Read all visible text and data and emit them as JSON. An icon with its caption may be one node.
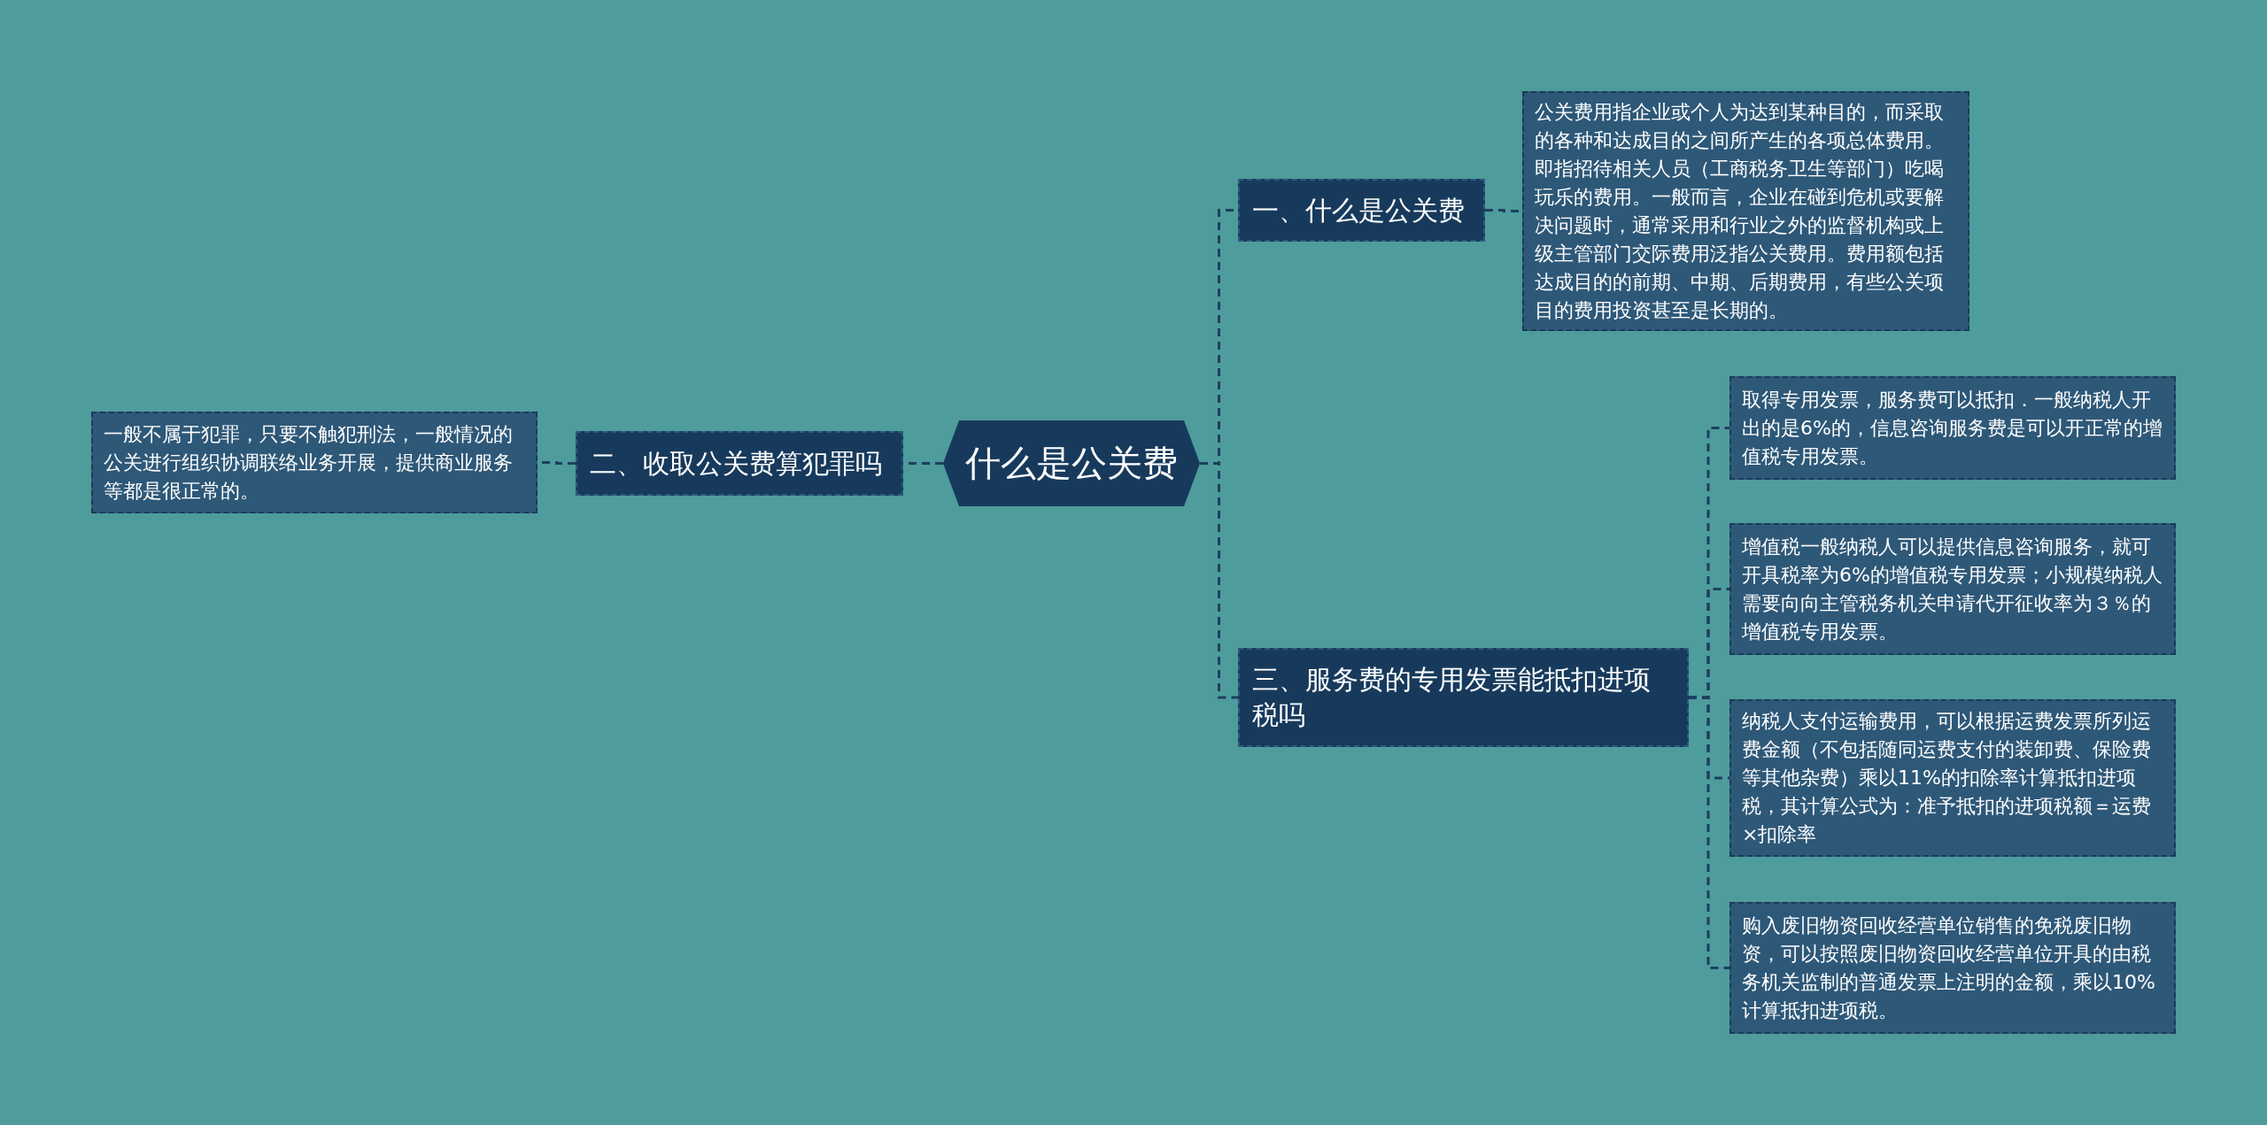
{
  "diagram": {
    "nodes": [
      {
        "text": [
          "什么是公关费"
        ]
      },
      {
        "text": [
          "一、什么是公关费"
        ]
      },
      {
        "text": [
          "公关费用指企业或个人为达到某种目的，而采取的各种和达成目的之间所产生的各项总体费用。即指招待相关人员（工商税务卫生等部门）吃喝玩乐的费用。一般而言，企业在碰到危机或要解决问题时，通常采用和行业之外的监督机构或上级主管部门交际费用泛指公关费用。费用额包括达成目的的前期、中期、后期费用，有些公关项目的费用投资甚至是长期的。"
        ]
      },
      {
        "text": [
          "二、收取公关费算犯罪吗"
        ]
      },
      {
        "text": [
          "一般不属于犯罪，只要不触犯刑法，一般情况的公关进行组织协调联络业务开展，提供商业服务等都是很正常的。"
        ]
      },
      {
        "text": [
          "三、服务费的专用发票能抵扣进项税吗"
        ]
      },
      {
        "text": [
          "取得专用发票，服务费可以抵扣．一般纳税人开出的是6%的，信息咨询服务费是可以开正常的增值税专用发票。"
        ]
      },
      {
        "text": [
          "增值税一般纳税人可以提供信息咨询服务，就可开具税率为6%的增值税专用发票；小规模纳税人需要向向主管税务机关申请代开征收率为３％的增值税专用发票。"
        ]
      },
      {
        "text": [
          "纳税人支付运输费用，可以根据运费发票所列运费金额（不包括随同运费支付的装卸费、保险费等其他杂费）乘以11%的扣除率计算抵扣进项税，其计算公式为：准予抵扣的进项税额＝运费×扣除率"
        ]
      },
      {
        "text": [
          "购入废旧物资回收经营单位销售的免税废旧物资，可以按照废旧物资回收经营单位开具的由税务机关监制的普通发票上注明的金额，乘以10%计算抵扣进项税。"
        ]
      }
    ],
    "edges": [
      {
        "from": 0,
        "to": 1,
        "arrow": "none",
        "style": "dashed"
      },
      {
        "from": 1,
        "to": 2,
        "arrow": "none",
        "style": "dashed"
      },
      {
        "from": 0,
        "to": 3,
        "arrow": "none",
        "style": "dashed"
      },
      {
        "from": 3,
        "to": 4,
        "arrow": "none",
        "style": "dashed"
      },
      {
        "from": 0,
        "to": 5,
        "arrow": "none",
        "style": "dashed"
      },
      {
        "from": 5,
        "to": 6,
        "arrow": "none",
        "style": "dashed"
      },
      {
        "from": 5,
        "to": 7,
        "arrow": "none",
        "style": "dashed"
      },
      {
        "from": 5,
        "to": 8,
        "arrow": "none",
        "style": "dashed"
      },
      {
        "from": 5,
        "to": 9,
        "arrow": "none",
        "style": "dashed"
      }
    ]
  }
}
